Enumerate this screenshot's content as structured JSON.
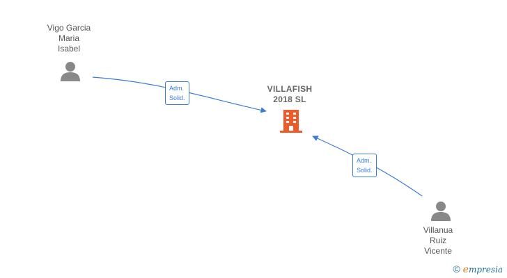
{
  "nodes": {
    "person_top": {
      "name_lines": [
        "Vigo Garcia",
        "Maria",
        "Isabel"
      ],
      "icon": "person-icon"
    },
    "company": {
      "name_lines": [
        "VILLAFISH",
        "2018  SL"
      ],
      "icon": "building-icon",
      "color": "#f05a28"
    },
    "person_bottom": {
      "name_lines": [
        "Villanua",
        "Ruiz",
        "Vicente"
      ],
      "icon": "person-icon"
    }
  },
  "edges": [
    {
      "from": "person_top",
      "to": "company",
      "label_lines": [
        "Adm.",
        "Solid."
      ]
    },
    {
      "from": "person_bottom",
      "to": "company",
      "label_lines": [
        "Adm.",
        "Solid."
      ]
    }
  ],
  "colors": {
    "edge": "#3a7bd5",
    "person_icon": "#888888",
    "building": "#f05a28"
  },
  "watermark": {
    "symbol": "©",
    "brand_first": "e",
    "brand_rest": "mpresia"
  }
}
